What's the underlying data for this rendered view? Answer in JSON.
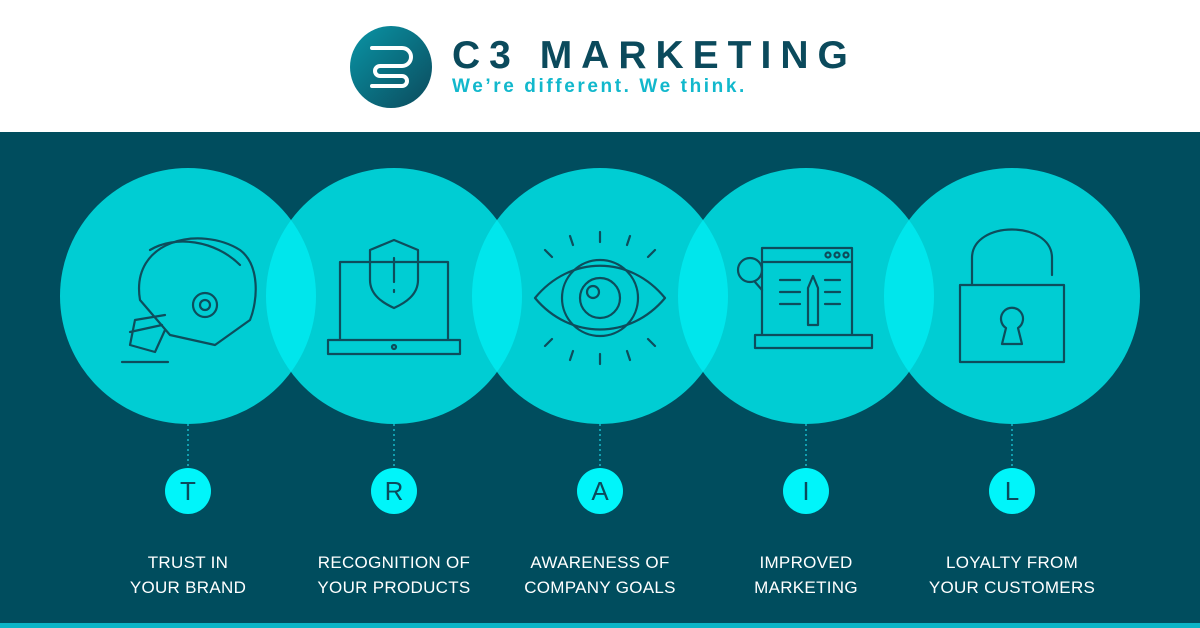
{
  "header": {
    "brand": "C3 MARKETING",
    "tagline": "We’re different. We think.",
    "logo_icon": "c3-logo-icon"
  },
  "colors": {
    "background": "#004d5e",
    "circle": "#00cdd3",
    "overlap": "#00e6ec",
    "letter_badge": "#00f5fa",
    "brand": "#0b4a5c",
    "tagline": "#12b8cc"
  },
  "items": [
    {
      "letter": "T",
      "line1": "TRUST IN",
      "line2": "YOUR BRAND",
      "icon": "football-helmet-icon"
    },
    {
      "letter": "R",
      "line1": "RECOGNITION OF",
      "line2": "YOUR PRODUCTS",
      "icon": "laptop-shield-icon"
    },
    {
      "letter": "A",
      "line1": "AWARENESS OF",
      "line2": "COMPANY GOALS",
      "icon": "eye-icon"
    },
    {
      "letter": "I",
      "line1": "IMPROVED",
      "line2": "MARKETING",
      "icon": "laptop-lightbulb-pencil-icon"
    },
    {
      "letter": "L",
      "line1": "LOYALTY FROM",
      "line2": "YOUR CUSTOMERS",
      "icon": "open-padlock-icon"
    }
  ]
}
